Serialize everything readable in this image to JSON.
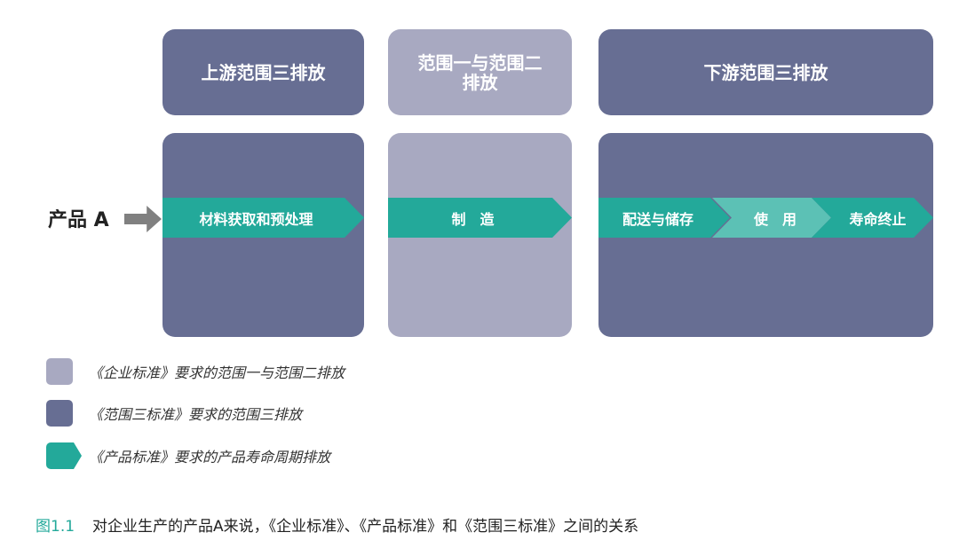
{
  "headers": {
    "upstream": "上游范围三排放",
    "scope12_line1": "范围一与范围二",
    "scope12_line2": "排放",
    "downstream": "下游范围三排放"
  },
  "product_label": "产品 A",
  "stages": [
    {
      "label": "材料获取和预处理"
    },
    {
      "label": "制　造"
    },
    {
      "label": "配送与储存"
    },
    {
      "label": "使　用"
    },
    {
      "label": "寿命终止"
    }
  ],
  "legend": [
    {
      "text": "《企业标准》要求的范围一与范围二排放",
      "color": "#a8a9c1"
    },
    {
      "text": "《范围三标准》要求的范围三排放",
      "color": "#676e93"
    },
    {
      "text": "《产品标准》要求的产品寿命周期排放",
      "color": "#23a99a"
    }
  ],
  "caption": {
    "figure_number": "图1.1",
    "text": "对企业生产的产品A来说，《企业标准》、《产品标准》和《范围三标准》之间的关系"
  },
  "colors": {
    "dark_panel": "#676e93",
    "light_panel": "#a8a9c1",
    "teal": "#23a99a",
    "teal_light": "#5cc1b5",
    "grey_arrow": "#808080"
  }
}
